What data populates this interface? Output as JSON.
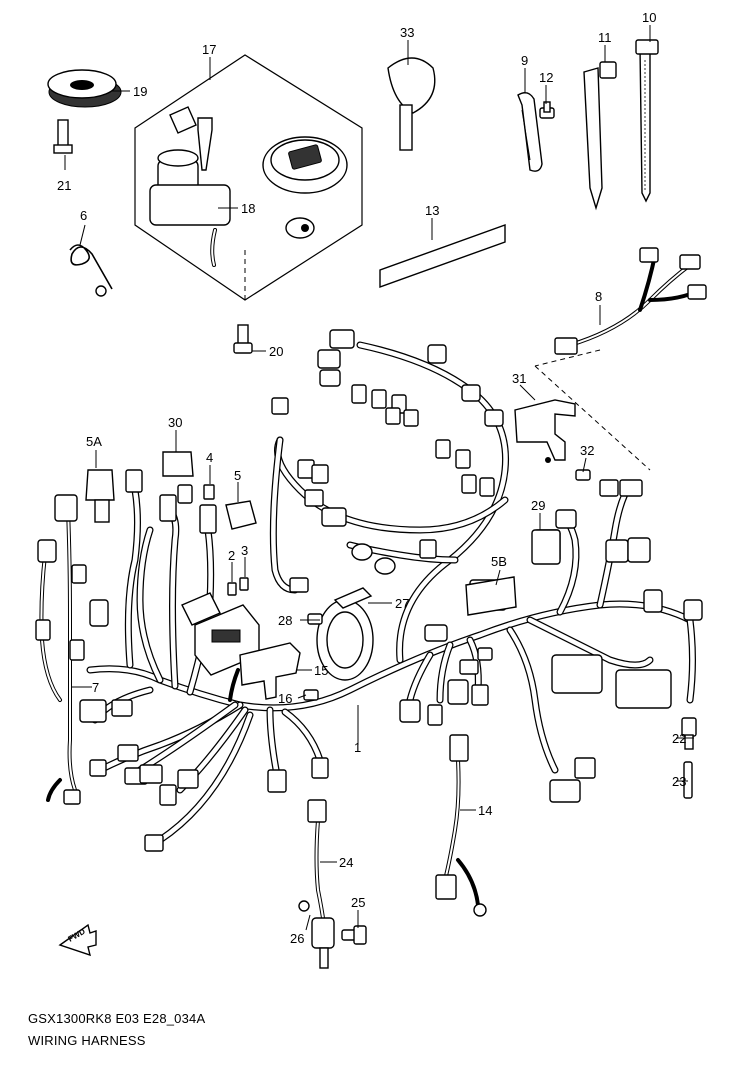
{
  "footer": {
    "model_code": "GSX1300RK8 E03 E28_034A",
    "title": "WIRING HARNESS"
  },
  "direction_indicator": "FWD",
  "callouts": [
    "1",
    "2",
    "3",
    "4",
    "5",
    "5A",
    "5B",
    "6",
    "7",
    "8",
    "9",
    "10",
    "11",
    "12",
    "13",
    "14",
    "15",
    "16",
    "17",
    "18",
    "19",
    "20",
    "21",
    "22",
    "23",
    "24",
    "25",
    "26",
    "27",
    "28",
    "29",
    "30",
    "31",
    "32",
    "33"
  ]
}
